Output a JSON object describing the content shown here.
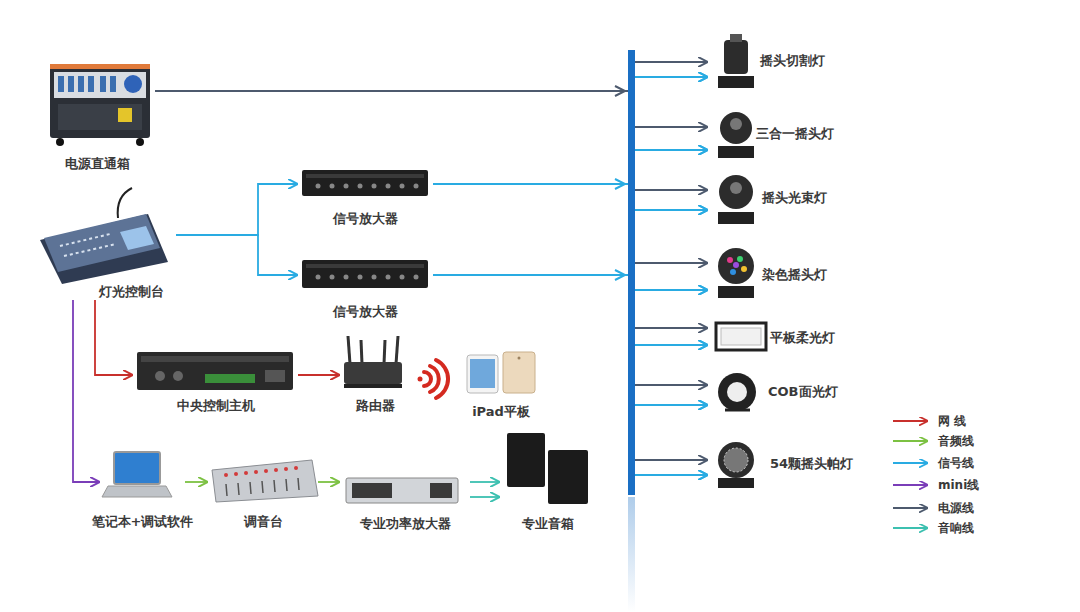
{
  "diagram": {
    "nodes": [
      {
        "text": [
          "电源直通箱"
        ]
      },
      {
        "text": [
          "灯光控制台"
        ]
      },
      {
        "text": [
          "信号放大器"
        ]
      },
      {
        "text": [
          "信号放大器"
        ]
      },
      {
        "text": [
          "中央控制主机"
        ]
      },
      {
        "text": [
          "路由器"
        ]
      },
      {
        "text": [
          "iPad平板"
        ]
      },
      {
        "text": [
          "笔记本+调试软件"
        ]
      },
      {
        "text": [
          "调音台"
        ]
      },
      {
        "text": [
          "专业功率放大器"
        ]
      },
      {
        "text": [
          "专业音箱"
        ]
      },
      {
        "text": [
          "摇头切割灯"
        ]
      },
      {
        "text": [
          "三合一摇头灯"
        ]
      },
      {
        "text": [
          "摇头光束灯"
        ]
      },
      {
        "text": [
          "染色摇头灯"
        ]
      },
      {
        "text": [
          "平板柔光灯"
        ]
      },
      {
        "text": [
          "COB面光灯"
        ]
      },
      {
        "text": [
          "54颗摇头帕灯"
        ]
      }
    ],
    "edges": [
      {
        "from": 1,
        "to": 2,
        "arrow": "to"
      },
      {
        "from": 1,
        "to": 3,
        "arrow": "to"
      },
      {
        "from": 1,
        "to": 4,
        "arrow": "to"
      },
      {
        "from": 4,
        "to": 5,
        "arrow": "to"
      },
      {
        "from": 1,
        "to": 7,
        "arrow": "to"
      },
      {
        "from": 7,
        "to": 8,
        "arrow": "to"
      },
      {
        "from": 8,
        "to": 9,
        "arrow": "to"
      },
      {
        "from": 9,
        "to": 10,
        "arrow": "to"
      },
      {
        "from": 9,
        "to": 10,
        "arrow": "to"
      },
      {
        "from": 0,
        "to": 11,
        "arrow": "to"
      },
      {
        "from": 0,
        "to": 12,
        "arrow": "to"
      },
      {
        "from": 0,
        "to": 13,
        "arrow": "to"
      },
      {
        "from": 0,
        "to": 14,
        "arrow": "to"
      },
      {
        "from": 0,
        "to": 15,
        "arrow": "to"
      },
      {
        "from": 0,
        "to": 16,
        "arrow": "to"
      },
      {
        "from": 0,
        "to": 17,
        "arrow": "to"
      },
      {
        "from": 2,
        "to": 11,
        "arrow": "to"
      },
      {
        "from": 2,
        "to": 12,
        "arrow": "to"
      },
      {
        "from": 2,
        "to": 13,
        "arrow": "to"
      },
      {
        "from": 2,
        "to": 14,
        "arrow": "to"
      },
      {
        "from": 2,
        "to": 15,
        "arrow": "to"
      },
      {
        "from": 2,
        "to": 16,
        "arrow": "to"
      },
      {
        "from": 2,
        "to": 17,
        "arrow": "to"
      },
      {
        "from": 3,
        "to": 11,
        "arrow": "to"
      },
      {
        "from": 3,
        "to": 12,
        "arrow": "to"
      },
      {
        "from": 3,
        "to": 13,
        "arrow": "to"
      },
      {
        "from": 3,
        "to": 14,
        "arrow": "to"
      },
      {
        "from": 3,
        "to": 15,
        "arrow": "to"
      },
      {
        "from": 3,
        "to": 16,
        "arrow": "to"
      },
      {
        "from": 3,
        "to": 17,
        "arrow": "to"
      }
    ],
    "legend": [
      {
        "text": "网 线"
      },
      {
        "text": "音频线"
      },
      {
        "text": "信号线"
      },
      {
        "text": "mini线"
      },
      {
        "text": "电源线"
      },
      {
        "text": "音响线"
      }
    ]
  }
}
